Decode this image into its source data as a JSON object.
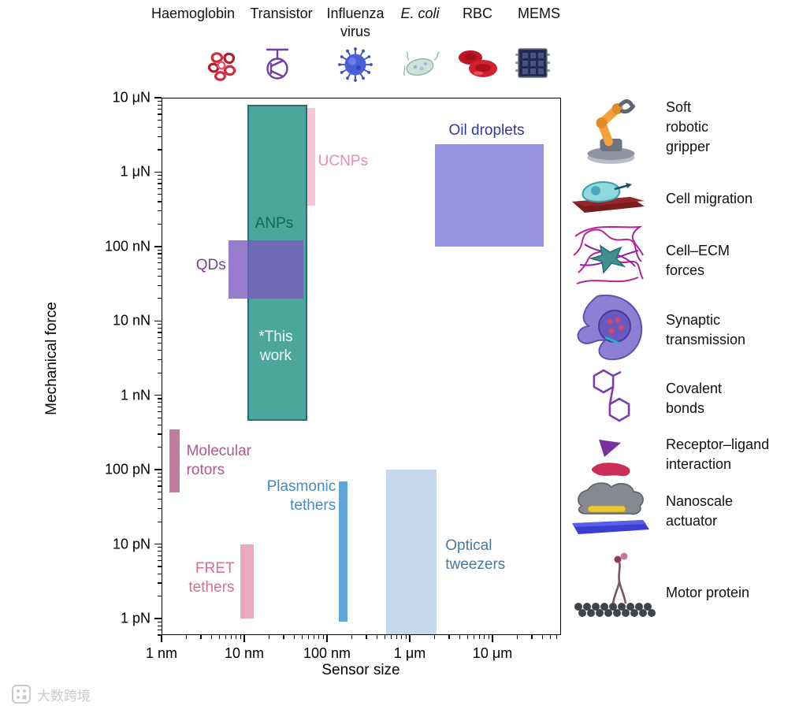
{
  "top_markers": {
    "items": [
      {
        "id": "haemoglobin",
        "label": "Haemoglobin"
      },
      {
        "id": "transistor",
        "label": "Transistor"
      },
      {
        "id": "influenza-virus",
        "label": "Influenza",
        "label2": "virus"
      },
      {
        "id": "e-coli",
        "label": "E. coli",
        "italic": true
      },
      {
        "id": "rbc",
        "label": "RBC"
      },
      {
        "id": "mems",
        "label": "MEMS"
      }
    ]
  },
  "chart_data": {
    "type": "range-rects (log-log)",
    "x_axis": {
      "title": "Sensor size",
      "unit": "nm",
      "scale": "log",
      "ticks": [
        1,
        10,
        100,
        1000,
        10000
      ],
      "tick_labels": [
        "1 nm",
        "10 nm",
        "100 nm",
        "1 μm",
        "10 μm"
      ],
      "range_nm": [
        1,
        67000
      ]
    },
    "y_axis": {
      "title": "Mechanical force",
      "unit": "pN",
      "scale": "log",
      "ticks": [
        10000000,
        1000000,
        100000,
        10000,
        1000,
        100,
        10,
        1
      ],
      "tick_labels": [
        "10 μN",
        "1 μN",
        "100 nN",
        "10 nN",
        "1 nN",
        "100 pN",
        "10 pN",
        "1 pN"
      ],
      "range_pN": [
        0.6,
        10000000
      ]
    },
    "series": [
      {
        "id": "ucnps",
        "name": "UCNPs",
        "x_nm": [
          11,
          72
        ],
        "y_pN": [
          350000,
          7300000
        ],
        "fill": "#f4c6d6"
      },
      {
        "id": "anps-this-work",
        "name": "ANPs (*This work)",
        "x_nm": [
          11,
          58
        ],
        "y_pN": [
          450,
          8000000
        ],
        "fill": "#4da69c",
        "border": "#1a756a"
      },
      {
        "id": "qds",
        "name": "QDs",
        "x_nm": [
          6.5,
          52
        ],
        "y_pN": [
          20000,
          120000
        ],
        "fill": "rgba(122,88,190,0.78)"
      },
      {
        "id": "oil-droplets",
        "name": "Oil droplets",
        "x_nm": [
          2000,
          42000
        ],
        "y_pN": [
          100000,
          2400000
        ],
        "fill": "#9795e3"
      },
      {
        "id": "molecular-rotors",
        "name": "Molecular rotors",
        "x_nm": [
          1.25,
          1.65
        ],
        "y_pN": [
          50,
          350
        ],
        "fill": "#c07e9d"
      },
      {
        "id": "fret-tethers",
        "name": "FRET tethers",
        "x_nm": [
          9,
          13
        ],
        "y_pN": [
          1,
          10
        ],
        "fill": "#eaa9bf"
      },
      {
        "id": "plasmonic-tethers",
        "name": "Plasmonic tethers",
        "x_nm": [
          140,
          175
        ],
        "y_pN": [
          0.9,
          70
        ],
        "fill": "#5ea7da"
      },
      {
        "id": "optical-tweezers",
        "name": "Optical tweezers",
        "x_nm": [
          520,
          2100
        ],
        "y_pN": [
          0.62,
          100
        ],
        "fill": "#c6d9ec"
      }
    ],
    "annotations": [
      {
        "id": "ucnps",
        "lines": [
          "UCNPs"
        ],
        "color": "#e98ea9",
        "x_nm": 78,
        "y_pN": 1400000,
        "align": "left"
      },
      {
        "id": "anps",
        "lines": [
          "ANPs"
        ],
        "color": "#0a6a5e",
        "x_nm": 23,
        "y_pN": 200000,
        "align": "center"
      },
      {
        "id": "this-work",
        "lines": [
          "*This",
          "work"
        ],
        "color": "#f2fcfa",
        "x_nm": 24,
        "y_pN": 4500,
        "align": "center"
      },
      {
        "id": "qds",
        "lines": [
          "QDs"
        ],
        "color": "#7d3f92",
        "x_nm": 6,
        "y_pN": 55000,
        "align": "right"
      },
      {
        "id": "oil-droplets",
        "lines": [
          "Oil droplets"
        ],
        "color": "#3038a0",
        "x_nm": 8500,
        "y_pN": 3600000,
        "align": "center"
      },
      {
        "id": "molecular-rotors",
        "lines": [
          "Molecular",
          "rotors"
        ],
        "color": "#b2598a",
        "x_nm": 2.0,
        "y_pN": 130,
        "align": "left"
      },
      {
        "id": "plasmonic-tethers",
        "lines": [
          "Plasmonic",
          "tethers"
        ],
        "color": "#3d8ccb",
        "x_nm": 128,
        "y_pN": 44,
        "align": "right"
      },
      {
        "id": "fret-tethers",
        "lines": [
          "FRET",
          "tethers"
        ],
        "color": "#d4708e",
        "x_nm": 7.6,
        "y_pN": 3.5,
        "align": "right"
      },
      {
        "id": "optical-tweezers",
        "lines": [
          "Optical",
          "tweezers"
        ],
        "color": "#47799f",
        "x_nm": 2700,
        "y_pN": 7,
        "align": "left"
      }
    ]
  },
  "legend": {
    "items": [
      {
        "id": "soft-robotic-gripper",
        "lines": [
          "Soft",
          "robotic",
          "gripper"
        ]
      },
      {
        "id": "cell-migration",
        "lines": [
          "Cell migration"
        ]
      },
      {
        "id": "cell-ecm-forces",
        "lines": [
          "Cell–ECM",
          "forces"
        ]
      },
      {
        "id": "synaptic-transmission",
        "lines": [
          "Synaptic",
          "transmission"
        ]
      },
      {
        "id": "covalent-bonds",
        "lines": [
          "Covalent",
          "bonds"
        ]
      },
      {
        "id": "receptor-ligand-interaction",
        "lines": [
          "Receptor–ligand",
          "interaction"
        ]
      },
      {
        "id": "nanoscale-actuator",
        "lines": [
          "Nanoscale",
          "actuator"
        ]
      },
      {
        "id": "motor-protein",
        "lines": [
          "Motor protein"
        ]
      }
    ]
  },
  "watermark": {
    "text": "大数跨境"
  }
}
